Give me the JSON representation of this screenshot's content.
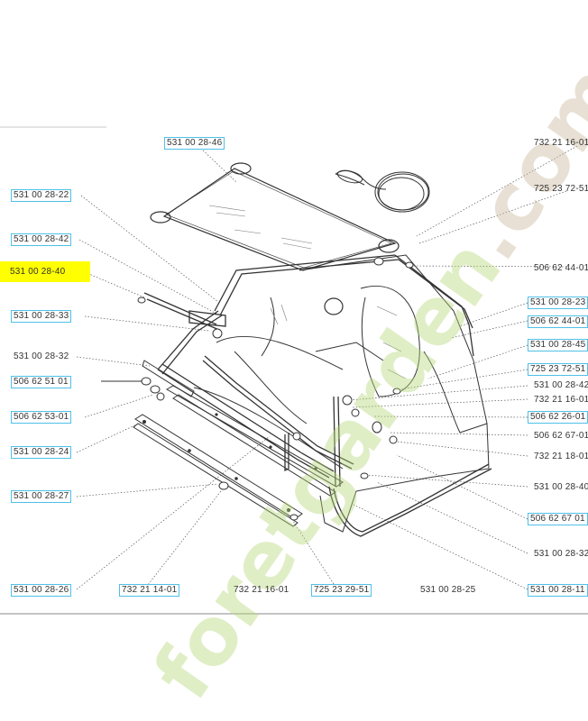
{
  "watermark": {
    "text": "foretgarden",
    "suffix": ".com"
  },
  "labels": {
    "l531002846": "531 00 28-46",
    "l732211601a": "732 21 16-01",
    "l531002822": "531 00 28-22",
    "l725237251a": "725 23 72-51",
    "l531002842a": "531 00 28-42",
    "l531002840a": "531 00 28-40",
    "l506624401a": "506 62 44-01",
    "l531002823": "531 00 28-23",
    "l531002833": "531 00 28-33",
    "l506624401b": "506 62 44-01",
    "l531002845": "531 00 28-45",
    "l531002832a": "531 00 28-32",
    "l725237251b": "725 23 72-51",
    "l506625101": "506 62 51 01",
    "l531002842b": "531 00 28-42",
    "l732211601b": "732 21 16-01",
    "l506625301": "506 62 53-01",
    "l506622601": "506 62 26-01",
    "l506626701a": "506 62 67-01",
    "l531002824": "531 00 28-24",
    "l732211801": "732 21 18-01",
    "l531002840b": "531 00 28-40",
    "l531002827": "531 00 28-27",
    "l506626701b": "506 62 67 01",
    "l531002832b": "531 00 28-32",
    "l531002826": "531 00 28-26",
    "l732211401": "732 21 14-01",
    "l732211601c": "732 21 16-01",
    "l725232951": "725 23 29-51",
    "l531002825": "531 00 28-25",
    "l531002811": "531 00 28-11"
  }
}
